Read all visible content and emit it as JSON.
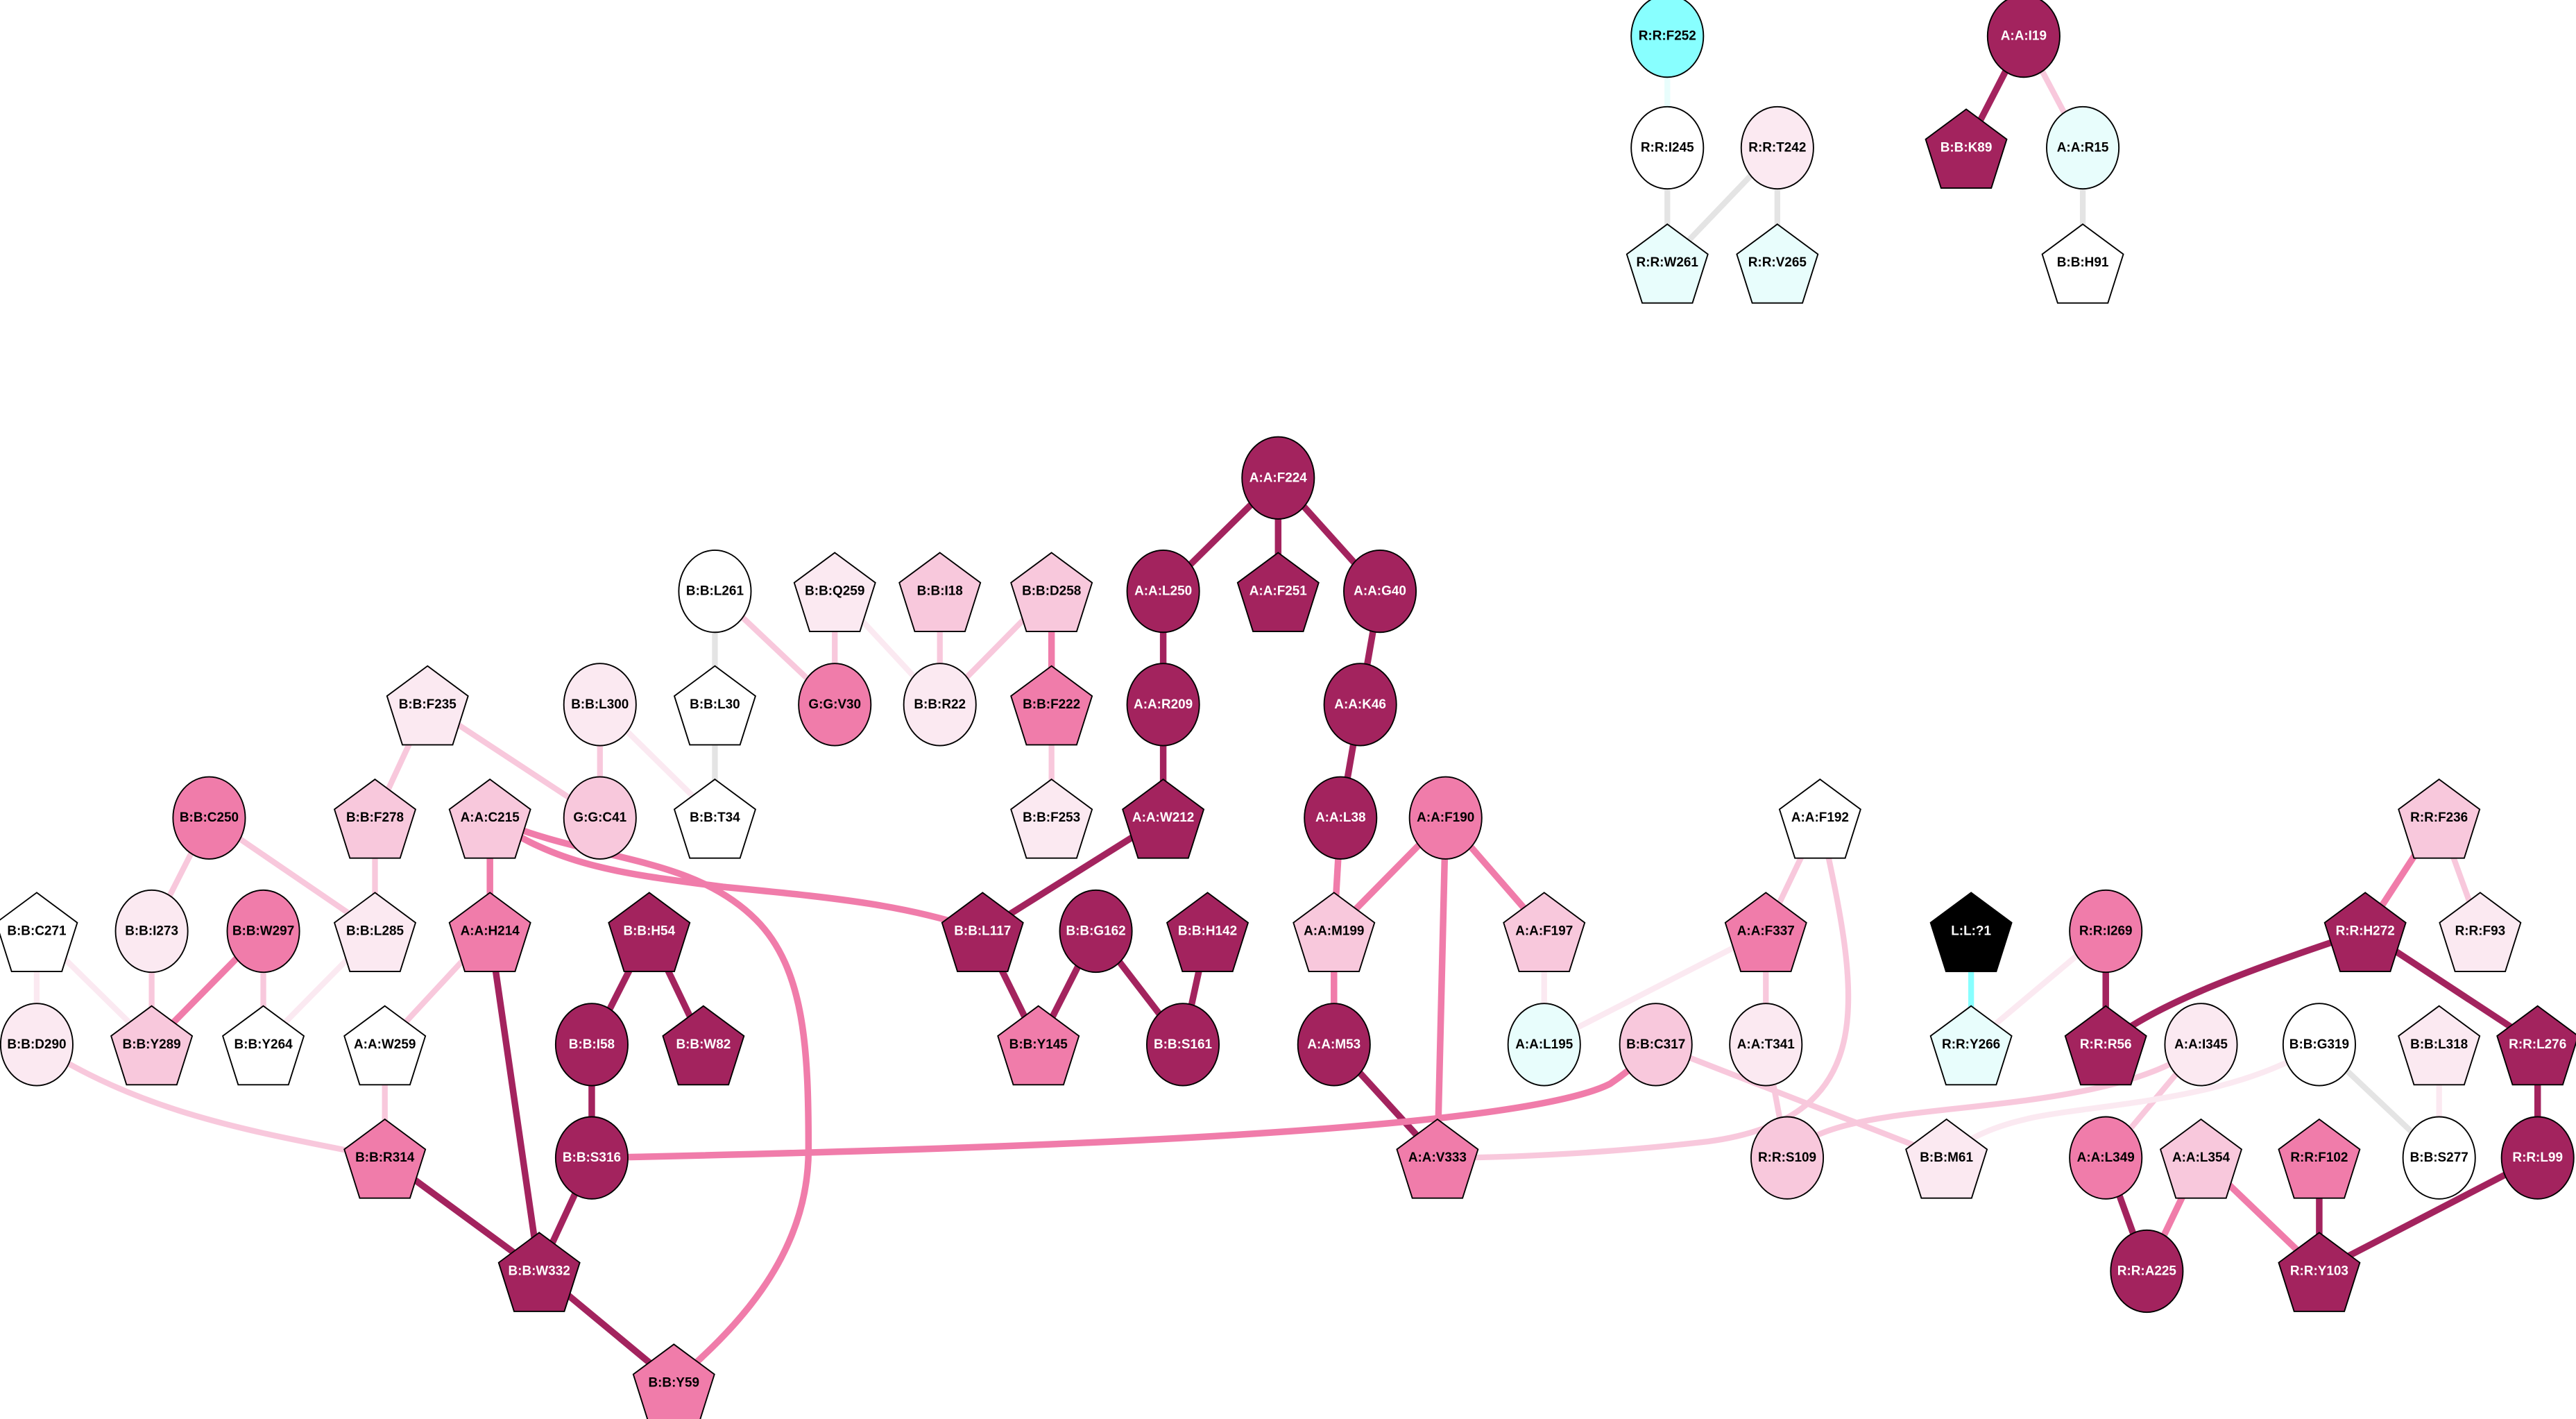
{
  "palette": {
    "dark": "#a3235e",
    "mid": "#f07caa",
    "light": "#f8c8dc",
    "vlight": "#fbe9f1",
    "white": "#ffffff",
    "cyanlight": "#e8fdfc",
    "cyan": "#88ffff",
    "black": "#000000",
    "gray": "#e4e4e4"
  },
  "nodes": [
    {
      "id": "R:R:F252",
      "shape": "circle",
      "color": "cyan"
    },
    {
      "id": "R:R:I245",
      "shape": "circle",
      "color": "white"
    },
    {
      "id": "R:R:T242",
      "shape": "circle",
      "color": "vlight"
    },
    {
      "id": "R:R:W261",
      "shape": "pentagon",
      "color": "cyanlight"
    },
    {
      "id": "R:R:V265",
      "shape": "pentagon",
      "color": "cyanlight"
    },
    {
      "id": "A:A:I19",
      "shape": "circle",
      "color": "dark"
    },
    {
      "id": "B:B:K89",
      "shape": "pentagon",
      "color": "dark"
    },
    {
      "id": "A:A:R15",
      "shape": "circle",
      "color": "cyanlight"
    },
    {
      "id": "B:B:H91",
      "shape": "pentagon",
      "color": "white"
    },
    {
      "id": "A:A:F224",
      "shape": "circle",
      "color": "dark"
    },
    {
      "id": "A:A:L250",
      "shape": "circle",
      "color": "dark"
    },
    {
      "id": "A:A:F251",
      "shape": "pentagon",
      "color": "dark"
    },
    {
      "id": "A:A:G40",
      "shape": "circle",
      "color": "dark"
    },
    {
      "id": "A:A:R209",
      "shape": "circle",
      "color": "dark"
    },
    {
      "id": "A:A:K46",
      "shape": "circle",
      "color": "dark"
    },
    {
      "id": "A:A:W212",
      "shape": "pentagon",
      "color": "dark"
    },
    {
      "id": "A:A:L38",
      "shape": "circle",
      "color": "dark"
    },
    {
      "id": "A:A:F190",
      "shape": "circle",
      "color": "mid"
    },
    {
      "id": "B:B:L261",
      "shape": "circle",
      "color": "white"
    },
    {
      "id": "B:B:Q259",
      "shape": "pentagon",
      "color": "vlight"
    },
    {
      "id": "B:B:I18",
      "shape": "pentagon",
      "color": "light"
    },
    {
      "id": "B:B:D258",
      "shape": "pentagon",
      "color": "light"
    },
    {
      "id": "B:B:L30",
      "shape": "pentagon",
      "color": "white"
    },
    {
      "id": "G:G:V30",
      "shape": "circle",
      "color": "mid"
    },
    {
      "id": "B:B:R22",
      "shape": "circle",
      "color": "vlight"
    },
    {
      "id": "B:B:F222",
      "shape": "pentagon",
      "color": "mid"
    },
    {
      "id": "B:B:F235",
      "shape": "pentagon",
      "color": "vlight"
    },
    {
      "id": "B:B:L300",
      "shape": "circle",
      "color": "vlight"
    },
    {
      "id": "B:B:T34",
      "shape": "pentagon",
      "color": "white"
    },
    {
      "id": "B:B:F253",
      "shape": "pentagon",
      "color": "vlight"
    },
    {
      "id": "G:G:C41",
      "shape": "circle",
      "color": "light"
    },
    {
      "id": "B:B:F278",
      "shape": "pentagon",
      "color": "light"
    },
    {
      "id": "A:A:C215",
      "shape": "pentagon",
      "color": "light"
    },
    {
      "id": "B:B:C250",
      "shape": "circle",
      "color": "mid"
    },
    {
      "id": "B:B:C271",
      "shape": "pentagon",
      "color": "white"
    },
    {
      "id": "B:B:I273",
      "shape": "circle",
      "color": "vlight"
    },
    {
      "id": "B:B:W297",
      "shape": "circle",
      "color": "mid"
    },
    {
      "id": "B:B:L285",
      "shape": "pentagon",
      "color": "vlight"
    },
    {
      "id": "A:A:H214",
      "shape": "pentagon",
      "color": "mid"
    },
    {
      "id": "B:B:H54",
      "shape": "pentagon",
      "color": "dark"
    },
    {
      "id": "B:B:L117",
      "shape": "pentagon",
      "color": "dark"
    },
    {
      "id": "B:B:G162",
      "shape": "circle",
      "color": "dark"
    },
    {
      "id": "B:B:H142",
      "shape": "pentagon",
      "color": "dark"
    },
    {
      "id": "A:A:M199",
      "shape": "pentagon",
      "color": "light"
    },
    {
      "id": "A:A:F197",
      "shape": "pentagon",
      "color": "light"
    },
    {
      "id": "A:A:F192",
      "shape": "pentagon",
      "color": "white"
    },
    {
      "id": "A:A:F337",
      "shape": "pentagon",
      "color": "mid"
    },
    {
      "id": "L:L:?1",
      "shape": "pentagon",
      "color": "black"
    },
    {
      "id": "R:R:I269",
      "shape": "circle",
      "color": "mid"
    },
    {
      "id": "R:R:F236",
      "shape": "pentagon",
      "color": "light"
    },
    {
      "id": "R:R:H272",
      "shape": "pentagon",
      "color": "dark"
    },
    {
      "id": "R:R:F93",
      "shape": "pentagon",
      "color": "vlight"
    },
    {
      "id": "B:B:D290",
      "shape": "circle",
      "color": "vlight"
    },
    {
      "id": "B:B:Y289",
      "shape": "pentagon",
      "color": "light"
    },
    {
      "id": "B:B:Y264",
      "shape": "pentagon",
      "color": "white"
    },
    {
      "id": "A:A:W259",
      "shape": "pentagon",
      "color": "white"
    },
    {
      "id": "B:B:I58",
      "shape": "circle",
      "color": "dark"
    },
    {
      "id": "B:B:W82",
      "shape": "pentagon",
      "color": "dark"
    },
    {
      "id": "B:B:Y145",
      "shape": "pentagon",
      "color": "mid"
    },
    {
      "id": "B:B:S161",
      "shape": "circle",
      "color": "dark"
    },
    {
      "id": "A:A:M53",
      "shape": "circle",
      "color": "dark"
    },
    {
      "id": "A:A:L195",
      "shape": "circle",
      "color": "cyanlight"
    },
    {
      "id": "B:B:C317",
      "shape": "circle",
      "color": "light"
    },
    {
      "id": "A:A:T341",
      "shape": "circle",
      "color": "vlight"
    },
    {
      "id": "R:R:Y266",
      "shape": "pentagon",
      "color": "cyanlight"
    },
    {
      "id": "R:R:R56",
      "shape": "pentagon",
      "color": "dark"
    },
    {
      "id": "A:A:I345",
      "shape": "circle",
      "color": "vlight"
    },
    {
      "id": "B:B:G319",
      "shape": "circle",
      "color": "white"
    },
    {
      "id": "B:B:L318",
      "shape": "pentagon",
      "color": "vlight"
    },
    {
      "id": "R:R:L276",
      "shape": "pentagon",
      "color": "dark"
    },
    {
      "id": "B:B:R314",
      "shape": "pentagon",
      "color": "mid"
    },
    {
      "id": "B:B:S316",
      "shape": "circle",
      "color": "dark"
    },
    {
      "id": "A:A:V333",
      "shape": "pentagon",
      "color": "mid"
    },
    {
      "id": "R:R:S109",
      "shape": "circle",
      "color": "light"
    },
    {
      "id": "B:B:M61",
      "shape": "pentagon",
      "color": "vlight"
    },
    {
      "id": "A:A:L349",
      "shape": "circle",
      "color": "mid"
    },
    {
      "id": "A:A:L354",
      "shape": "pentagon",
      "color": "light"
    },
    {
      "id": "R:R:F102",
      "shape": "pentagon",
      "color": "mid"
    },
    {
      "id": "B:B:S277",
      "shape": "circle",
      "color": "white"
    },
    {
      "id": "R:R:L99",
      "shape": "circle",
      "color": "dark"
    },
    {
      "id": "B:B:W332",
      "shape": "pentagon",
      "color": "dark"
    },
    {
      "id": "R:R:A225",
      "shape": "circle",
      "color": "dark"
    },
    {
      "id": "R:R:Y103",
      "shape": "pentagon",
      "color": "dark"
    },
    {
      "id": "B:B:Y59",
      "shape": "pentagon",
      "color": "mid"
    }
  ],
  "edges": [
    [
      "R:R:F252",
      "R:R:I245",
      "cyanlight"
    ],
    [
      "R:R:I245",
      "R:R:W261",
      "gray"
    ],
    [
      "R:R:T242",
      "R:R:W261",
      "gray"
    ],
    [
      "R:R:T242",
      "R:R:V265",
      "gray"
    ],
    [
      "A:A:I19",
      "B:B:K89",
      "dark"
    ],
    [
      "A:A:I19",
      "A:A:R15",
      "light"
    ],
    [
      "A:A:R15",
      "B:B:H91",
      "gray"
    ],
    [
      "A:A:F224",
      "A:A:L250",
      "dark"
    ],
    [
      "A:A:F224",
      "A:A:F251",
      "dark"
    ],
    [
      "A:A:F224",
      "A:A:G40",
      "dark"
    ],
    [
      "A:A:L250",
      "A:A:R209",
      "dark"
    ],
    [
      "A:A:R209",
      "A:A:W212",
      "dark"
    ],
    [
      "A:A:G40",
      "A:A:K46",
      "dark"
    ],
    [
      "A:A:K46",
      "A:A:L38",
      "dark"
    ],
    [
      "A:A:W212",
      "B:B:L117",
      "dark"
    ],
    [
      "A:A:L38",
      "A:A:M199",
      "mid"
    ],
    [
      "A:A:F190",
      "A:A:M199",
      "mid"
    ],
    [
      "A:A:F190",
      "A:A:F197",
      "mid"
    ],
    [
      "A:A:F190",
      "A:A:V333",
      "mid"
    ],
    [
      "A:A:M199",
      "A:A:M53",
      "mid"
    ],
    [
      "A:A:M53",
      "A:A:V333",
      "dark"
    ],
    [
      "B:B:L261",
      "B:B:L30",
      "gray"
    ],
    [
      "B:B:L261",
      "G:G:V30",
      "light"
    ],
    [
      "B:B:Q259",
      "G:G:V30",
      "light"
    ],
    [
      "B:B:Q259",
      "B:B:R22",
      "vlight"
    ],
    [
      "B:B:I18",
      "B:B:R22",
      "light"
    ],
    [
      "B:B:D258",
      "B:B:R22",
      "light"
    ],
    [
      "B:B:D258",
      "B:B:F222",
      "mid"
    ],
    [
      "B:B:F222",
      "B:B:F253",
      "light"
    ],
    [
      "B:B:L30",
      "B:B:T34",
      "gray"
    ],
    [
      "B:B:L300",
      "B:B:T34",
      "vlight"
    ],
    [
      "B:B:L300",
      "G:G:C41",
      "light"
    ],
    [
      "B:B:F235",
      "G:G:C41",
      "light"
    ],
    [
      "B:B:F235",
      "B:B:F278",
      "light"
    ],
    [
      "B:B:F278",
      "B:B:L285",
      "light"
    ],
    [
      "B:B:C250",
      "B:B:I273",
      "light"
    ],
    [
      "B:B:C250",
      "B:B:L285",
      "light"
    ],
    [
      "B:B:I273",
      "B:B:Y289",
      "light"
    ],
    [
      "B:B:C271",
      "B:B:D290",
      "vlight"
    ],
    [
      "B:B:C271",
      "B:B:Y289",
      "vlight"
    ],
    [
      "B:B:W297",
      "B:B:Y289",
      "mid"
    ],
    [
      "B:B:W297",
      "B:B:Y264",
      "light"
    ],
    [
      "B:B:L285",
      "B:B:Y264",
      "vlight"
    ],
    [
      "A:A:C215",
      "A:A:H214",
      "mid"
    ],
    [
      "A:A:C215",
      "B:B:L117",
      "mid"
    ],
    [
      "A:A:C215",
      "B:B:Y59",
      "mid"
    ],
    [
      "A:A:H214",
      "A:A:W259",
      "light"
    ],
    [
      "A:A:H214",
      "B:B:W332",
      "dark"
    ],
    [
      "A:A:W259",
      "B:B:R314",
      "light"
    ],
    [
      "B:B:D290",
      "B:B:R314",
      "light"
    ],
    [
      "B:B:R314",
      "B:B:W332",
      "dark"
    ],
    [
      "B:B:H54",
      "B:B:I58",
      "dark"
    ],
    [
      "B:B:H54",
      "B:B:W82",
      "dark"
    ],
    [
      "B:B:I58",
      "B:B:S316",
      "dark"
    ],
    [
      "B:B:S316",
      "B:B:W332",
      "dark"
    ],
    [
      "B:B:W332",
      "B:B:Y59",
      "dark"
    ],
    [
      "B:B:S316",
      "B:B:C317",
      "mid"
    ],
    [
      "B:B:L117",
      "B:B:Y145",
      "dark"
    ],
    [
      "B:B:G162",
      "B:B:Y145",
      "dark"
    ],
    [
      "B:B:G162",
      "B:B:S161",
      "dark"
    ],
    [
      "B:B:H142",
      "B:B:S161",
      "dark"
    ],
    [
      "A:A:F192",
      "A:A:F337",
      "light"
    ],
    [
      "A:A:F192",
      "A:A:V333",
      "light"
    ],
    [
      "A:A:F337",
      "A:A:T341",
      "light"
    ],
    [
      "A:A:F337",
      "A:A:L195",
      "vlight"
    ],
    [
      "A:A:F197",
      "A:A:L195",
      "vlight"
    ],
    [
      "A:A:T341",
      "R:R:S109",
      "light"
    ],
    [
      "B:B:C317",
      "B:B:M61",
      "light"
    ],
    [
      "A:A:I345",
      "R:R:S109",
      "light"
    ],
    [
      "A:A:I345",
      "A:A:L349",
      "light"
    ],
    [
      "B:B:G319",
      "B:B:M61",
      "vlight"
    ],
    [
      "B:B:G319",
      "B:B:S277",
      "gray"
    ],
    [
      "B:B:L318",
      "B:B:S277",
      "vlight"
    ],
    [
      "L:L:?1",
      "R:R:Y266",
      "cyan"
    ],
    [
      "R:R:I269",
      "R:R:Y266",
      "vlight"
    ],
    [
      "R:R:I269",
      "R:R:R56",
      "dark"
    ],
    [
      "R:R:F236",
      "R:R:H272",
      "mid"
    ],
    [
      "R:R:F236",
      "R:R:F93",
      "light"
    ],
    [
      "R:R:H272",
      "R:R:R56",
      "dark"
    ],
    [
      "R:R:H272",
      "R:R:L276",
      "dark"
    ],
    [
      "R:R:L276",
      "R:R:L99",
      "dark"
    ],
    [
      "R:R:L99",
      "R:R:Y103",
      "dark"
    ],
    [
      "A:A:L349",
      "R:R:A225",
      "dark"
    ],
    [
      "A:A:L354",
      "R:R:A225",
      "mid"
    ],
    [
      "A:A:L354",
      "R:R:Y103",
      "mid"
    ],
    [
      "R:R:F102",
      "R:R:Y103",
      "dark"
    ]
  ]
}
